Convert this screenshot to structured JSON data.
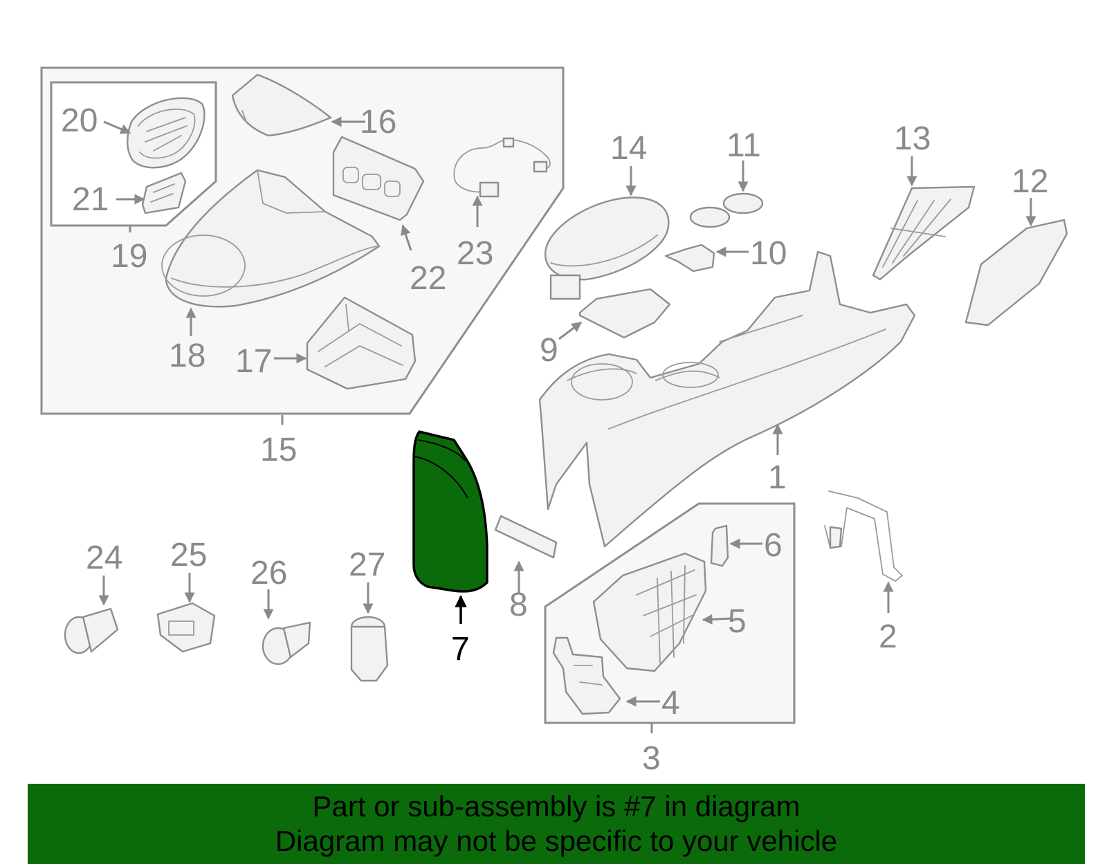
{
  "diagram": {
    "callouts": [
      "1",
      "2",
      "3",
      "4",
      "5",
      "6",
      "7",
      "8",
      "9",
      "10",
      "11",
      "12",
      "13",
      "14",
      "15",
      "16",
      "17",
      "18",
      "19",
      "20",
      "21",
      "22",
      "23",
      "24",
      "25",
      "26",
      "27"
    ],
    "highlighted_callout": "7",
    "highlight_color": "#0b6b0b",
    "line_color": "#8e8e8e"
  },
  "banner": {
    "line1": "Part or sub-assembly is #7 in diagram",
    "line2": "Diagram may not be specific to your vehicle",
    "background": "#0b6b0b"
  }
}
